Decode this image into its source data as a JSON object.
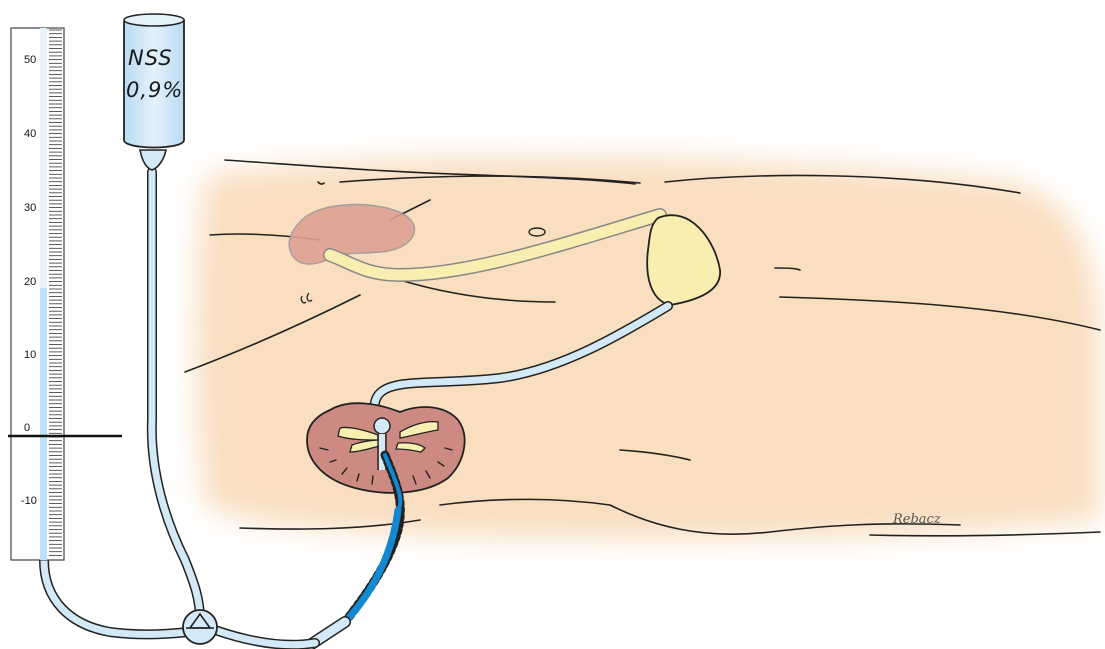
{
  "bottle": {
    "label_line1": "NSS",
    "label_line2": "0,9%"
  },
  "manometer": {
    "scale_labels": [
      "50",
      "40",
      "30",
      "20",
      "10",
      "0",
      "-10"
    ]
  },
  "signature": "Rebacz",
  "colors": {
    "skin": "#f8d9b6",
    "kidney": "#d7958c",
    "bladder": "#f7eeb0",
    "tube": "#cfe6f6",
    "catheter": "#1389d1",
    "fluid_column": "#bfe0f6"
  }
}
